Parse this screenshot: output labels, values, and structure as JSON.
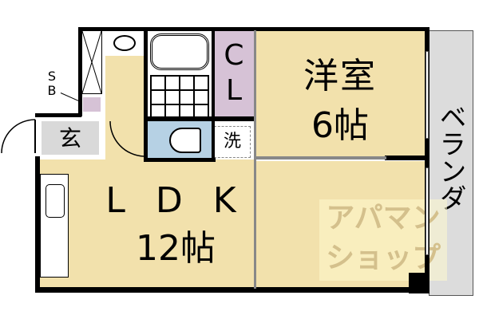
{
  "floor_plan": {
    "rooms": {
      "western_room": {
        "name": "洋室",
        "size": "6帖"
      },
      "ldk": {
        "name": "L D K",
        "size": "12帖"
      },
      "closet": {
        "c": "C",
        "l": "L"
      },
      "entrance": {
        "name": "玄"
      },
      "laundry": {
        "name": "洗"
      },
      "shoe_box": {
        "s": "S",
        "b": "B"
      },
      "veranda": {
        "name": "ベランダ"
      }
    },
    "watermark": {
      "line1": "アパマン",
      "line2": "ショップ"
    },
    "colors": {
      "floor": "#f2e1ac",
      "closet": "#d6c2d6",
      "toilet": "#b6d1e4",
      "entrance": "#d9d9d9",
      "veranda": "#dcdcdc",
      "wall": "#000000"
    }
  }
}
